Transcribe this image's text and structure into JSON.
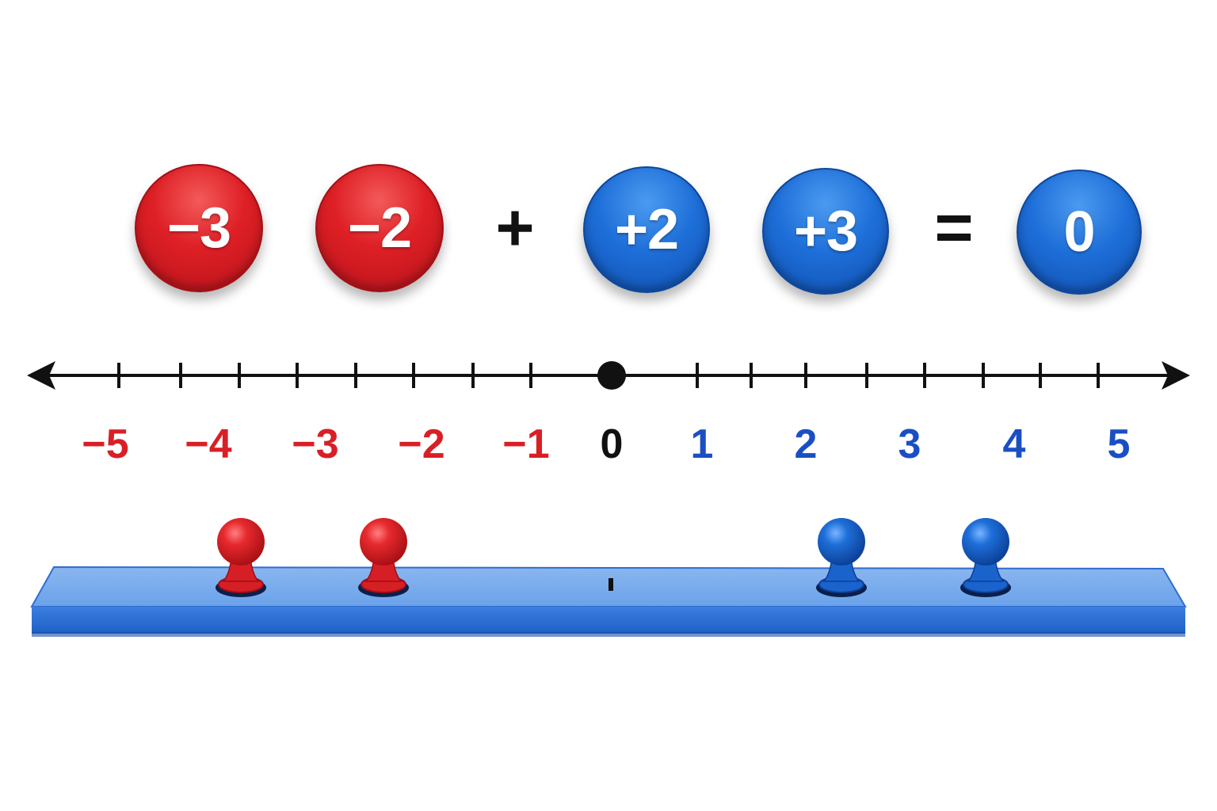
{
  "equation": {
    "tokens": [
      {
        "label": "−3",
        "color": "#d91f26",
        "kind": "negative"
      },
      {
        "label": "−2",
        "color": "#d91f26",
        "kind": "negative"
      },
      {
        "label": "+2",
        "color": "#1e6fd9",
        "kind": "positive"
      },
      {
        "label": "+3",
        "color": "#1e6fd9",
        "kind": "positive"
      }
    ],
    "plus_operator": "+",
    "equals_operator": "=",
    "result": {
      "label": "0",
      "color": "#1e6fd9"
    }
  },
  "number_line": {
    "labels": [
      "−5",
      "−4",
      "−3",
      "−2",
      "−1",
      "0",
      "1",
      "2",
      "3",
      "4",
      "5"
    ],
    "negative_color": "#d91f26",
    "zero_color": "#111111",
    "positive_color": "#1a4fc4",
    "marked_point": "0"
  },
  "peg_board": {
    "board_color": "#3a7ee0",
    "pegs": [
      {
        "color": "red"
      },
      {
        "color": "red"
      },
      {
        "color": "blue"
      },
      {
        "color": "blue"
      }
    ]
  }
}
